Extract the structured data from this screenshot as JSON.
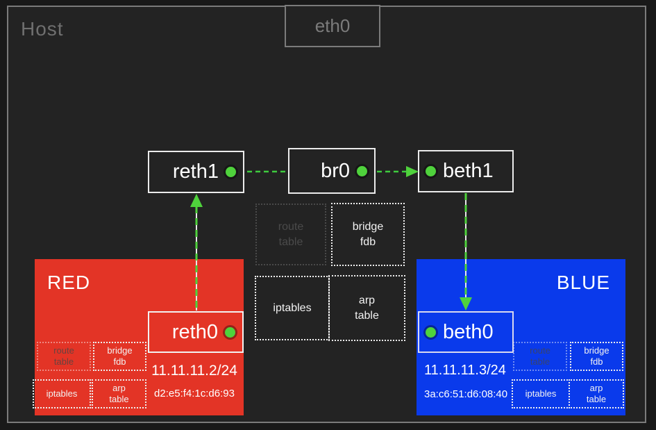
{
  "host": {
    "label": "Host"
  },
  "uplink": {
    "label": "eth0"
  },
  "bridge_row": {
    "reth1_label": "reth1",
    "br0_label": "br0",
    "beth1_label": "beth1"
  },
  "tables": {
    "route": "route\ntable",
    "bridge_fdb": "bridge\nfdb",
    "iptables": "iptables",
    "arp": "arp\ntable"
  },
  "red_namespace": {
    "title": "RED",
    "interface": "reth0",
    "ip": "11.11.11.2/24",
    "mac": "d2:e5:f4:1c:d6:93"
  },
  "blue_namespace": {
    "title": "BLUE",
    "interface": "beth0",
    "ip": "11.11.11.3/24",
    "mac": "3a:c6:51:d6:08:40"
  },
  "colors": {
    "red": "#e33426",
    "blue": "#0a3aeb",
    "green": "#4fd23c",
    "border_gray": "#7b7b7b",
    "background": "#232323"
  }
}
